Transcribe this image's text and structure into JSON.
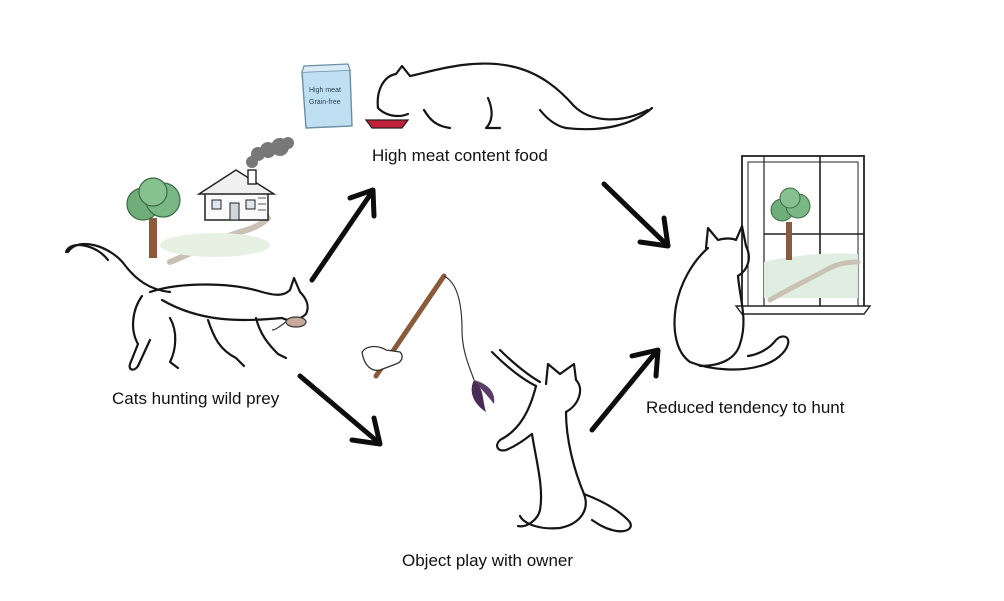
{
  "nodes": {
    "hunting": "Cats hunting wild prey",
    "food": "High meat content food",
    "play": "Object play with owner",
    "reduced": "Reduced tendency to hunt"
  },
  "food_bag_text": [
    "High meat",
    "Grain-free"
  ],
  "colors": {
    "tree": "#6fae7a",
    "trunk": "#8a5a3a",
    "bag": "#bfe0f2",
    "food_bowl": "#c0203a",
    "smoke": "#6a6a6a",
    "path": "#c9c2b4",
    "grass": "#dfeee0",
    "feather": "#4a2d55"
  },
  "icons": [
    "house-icon",
    "tree-icon",
    "food-bag-icon",
    "wand-toy-icon",
    "window-icon"
  ]
}
